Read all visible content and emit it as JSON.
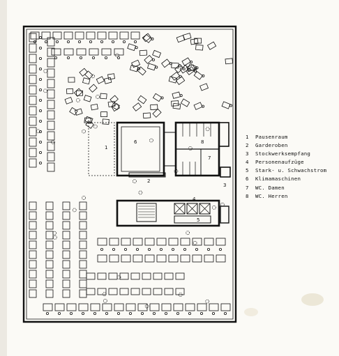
{
  "plan_numbers": {
    "n1": "1",
    "n2": "2",
    "n3": "3",
    "n4": "4",
    "n5": "5",
    "n6": "6",
    "n7": "7",
    "n8": "8"
  },
  "legend": [
    {
      "num": "1",
      "text": "Pausenraum"
    },
    {
      "num": "2",
      "text": "Garderoben"
    },
    {
      "num": "3",
      "text": "Stockwerksempfang"
    },
    {
      "num": "4",
      "text": "Personenaufzüge"
    },
    {
      "num": "5",
      "text": "Stark- u. Schwachstrom"
    },
    {
      "num": "6",
      "text": "Klimamaschinen"
    },
    {
      "num": "7",
      "text": "WC. Damen"
    },
    {
      "num": "8",
      "text": "WC. Herren"
    }
  ]
}
